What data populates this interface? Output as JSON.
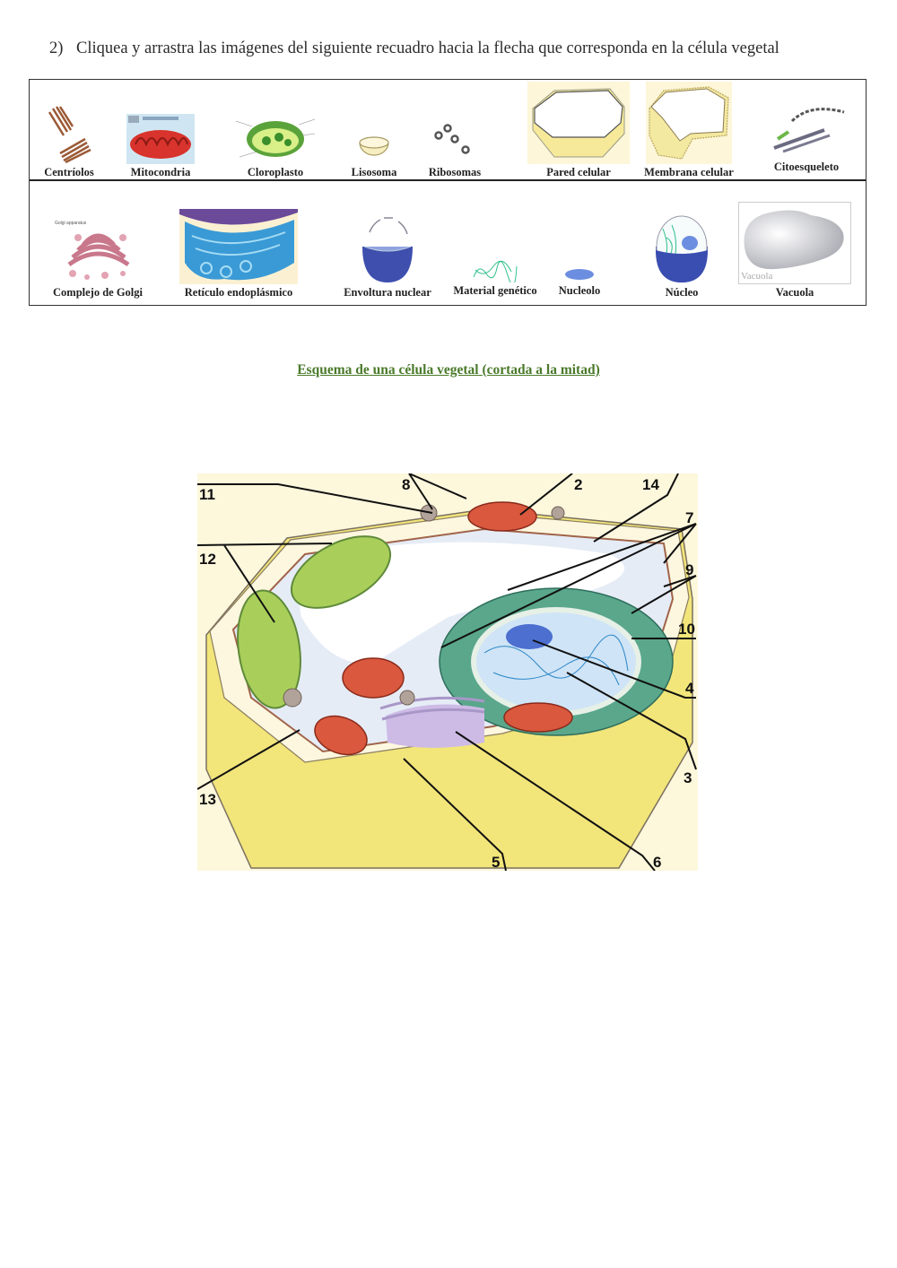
{
  "instruction": {
    "number": "2)",
    "text": "Cliquea y arrastra  las imágenes del siguiente recuadro hacia la flecha que corresponda en la célula vegetal"
  },
  "image_bank": {
    "row1": [
      {
        "id": "centriolos",
        "label": "Centríolos",
        "icon": "centrioles-image"
      },
      {
        "id": "mitocondria",
        "label": "Mitocondria",
        "icon": "mitochondrion-image"
      },
      {
        "id": "cloroplasto",
        "label": "Cloroplasto",
        "icon": "chloroplast-image"
      },
      {
        "id": "lisosoma",
        "label": "Lisosoma",
        "icon": "lysosome-image"
      },
      {
        "id": "ribosomas",
        "label": "Ribosomas",
        "icon": "ribosomes-image"
      },
      {
        "id": "pared",
        "label": "Pared celular",
        "icon": "cell-wall-image"
      },
      {
        "id": "membrana",
        "label": "Membrana celular",
        "icon": "cell-membrane-image"
      },
      {
        "id": "citoesqueleto",
        "label": "Citoesqueleto",
        "icon": "cytoskeleton-image"
      }
    ],
    "row2": [
      {
        "id": "golgi",
        "label": "Complejo de Golgi",
        "icon": "golgi-image"
      },
      {
        "id": "reticulo",
        "label": "Retículo endoplásmico",
        "icon": "endoplasmic-reticulum-image"
      },
      {
        "id": "envoltura",
        "label": "Envoltura nuclear",
        "icon": "nuclear-envelope-image"
      },
      {
        "id": "material",
        "label": "Material genético",
        "icon": "genetic-material-image"
      },
      {
        "id": "nucleolo",
        "label": "Nucleolo",
        "icon": "nucleolus-image"
      },
      {
        "id": "nucleo",
        "label": "Núcleo",
        "icon": "nucleus-image"
      },
      {
        "id": "vacuola",
        "label": "Vacuola",
        "icon": "vacuole-image",
        "caption": "Vacuola"
      }
    ]
  },
  "diagram": {
    "title": "Esquema de una célula vegetal (cortada a la mitad)",
    "title_color": "#4a7a2a",
    "callouts": [
      {
        "n": "11"
      },
      {
        "n": "8"
      },
      {
        "n": "2"
      },
      {
        "n": "14"
      },
      {
        "n": "7"
      },
      {
        "n": "12"
      },
      {
        "n": "9"
      },
      {
        "n": "10"
      },
      {
        "n": "4"
      },
      {
        "n": "13"
      },
      {
        "n": "3"
      },
      {
        "n": "5"
      },
      {
        "n": "6"
      }
    ]
  }
}
